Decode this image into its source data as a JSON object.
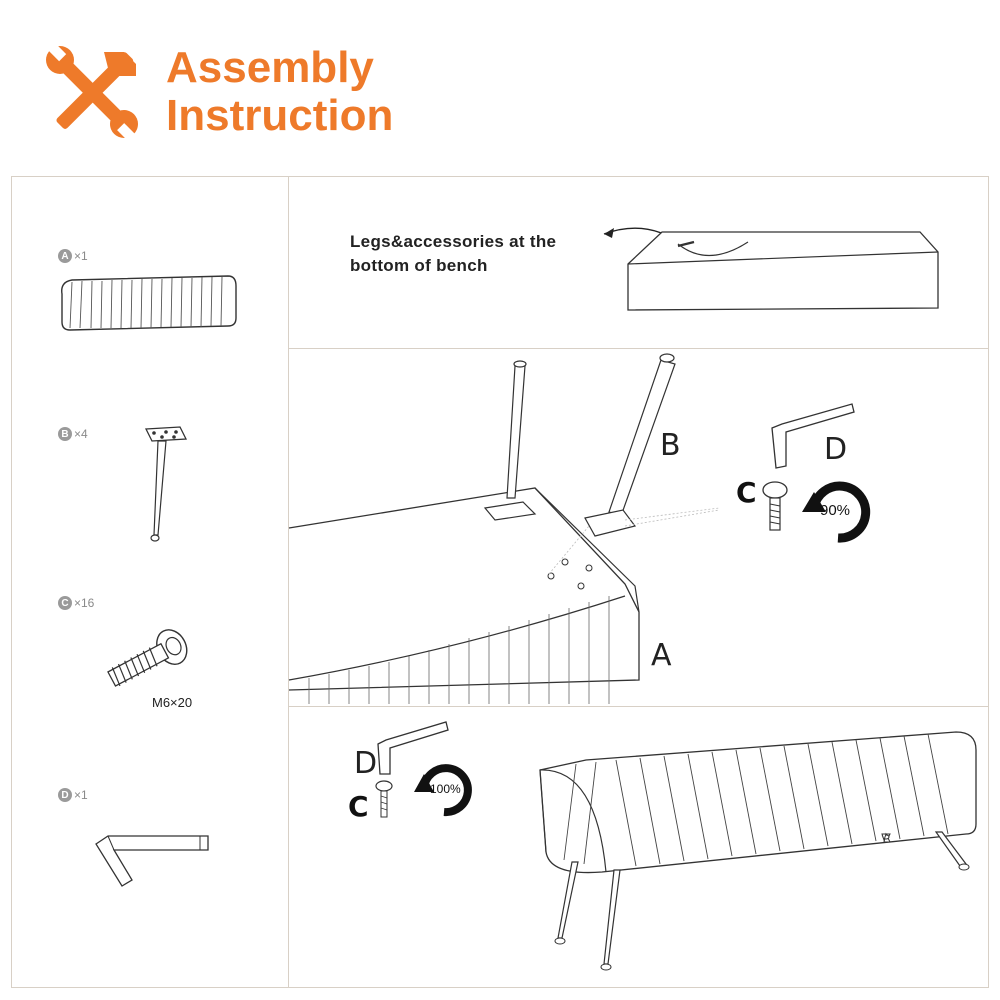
{
  "header": {
    "title_line1": "Assembly",
    "title_line2": "Instruction",
    "icon": "wrench-hammer-icon",
    "accent_color": "#ee7a2a"
  },
  "parts": [
    {
      "letter": "A",
      "qty": "×1"
    },
    {
      "letter": "B",
      "qty": "×4"
    },
    {
      "letter": "C",
      "qty": "×16",
      "spec": "M6×20"
    },
    {
      "letter": "D",
      "qty": "×1"
    }
  ],
  "step1": {
    "note_line1": "Legs&accessories at the",
    "note_line2": "bottom of bench"
  },
  "step2": {
    "label_leg": "B",
    "label_bench": "A",
    "label_wrench": "D",
    "label_screw": "C",
    "rotation": "90%"
  },
  "step3": {
    "label_wrench": "D",
    "label_screw": "C",
    "rotation": "100%"
  }
}
